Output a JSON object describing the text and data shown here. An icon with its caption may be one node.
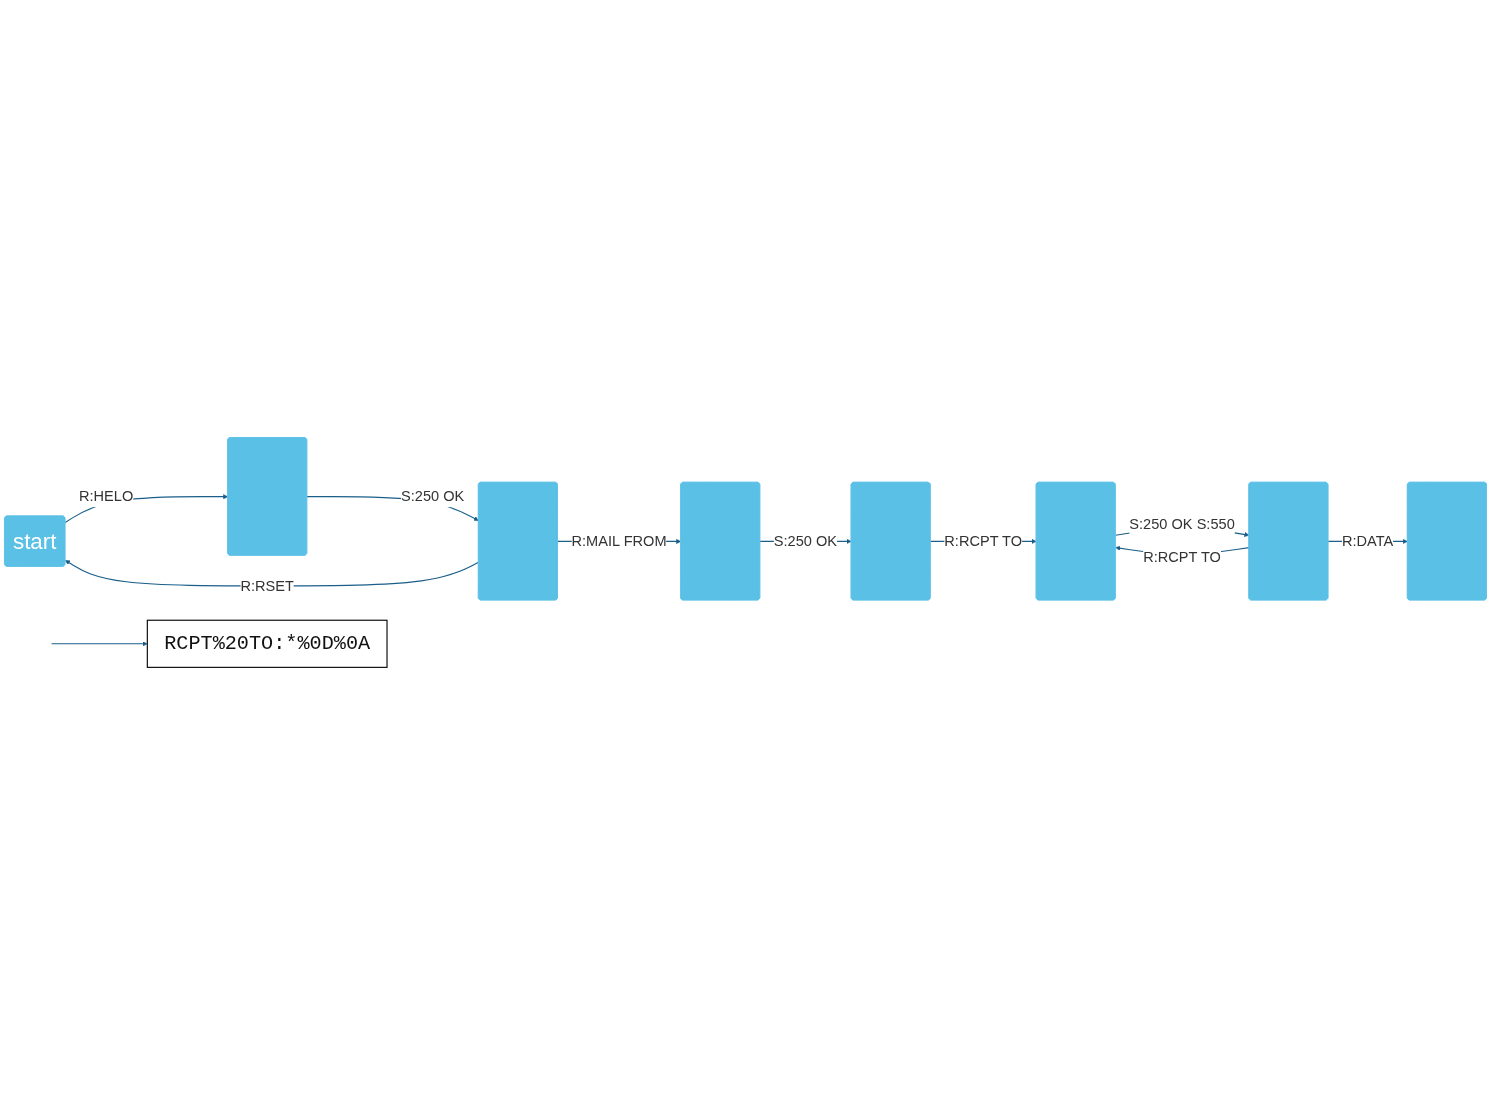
{
  "diagram": {
    "nodes": [
      {
        "text": [
          "start"
        ]
      },
      {
        "text": [],
        "shape": "box"
      },
      {
        "text": [],
        "shape": "box"
      },
      {
        "text": [],
        "shape": "box"
      },
      {
        "text": [],
        "shape": "box"
      },
      {
        "text": [],
        "shape": "box"
      },
      {
        "text": [],
        "shape": "box"
      },
      {
        "text": [],
        "shape": "box"
      },
      {
        "text": [
          "RCPT%20TO:*%0D%0A"
        ]
      }
    ],
    "edges": [
      {
        "from": 0,
        "to": 1,
        "arrow": "to",
        "label": "R:HELO"
      },
      {
        "from": 1,
        "to": 2,
        "arrow": "to",
        "label": "S:250 OK"
      },
      {
        "from": 2,
        "to": 0,
        "arrow": "to",
        "label": "R:RSET"
      },
      {
        "from": 2,
        "to": 3,
        "arrow": "to",
        "label": "R:MAIL FROM"
      },
      {
        "from": 3,
        "to": 4,
        "arrow": "to",
        "label": "S:250 OK"
      },
      {
        "from": 4,
        "to": 5,
        "arrow": "to",
        "label": "R:RCPT TO"
      },
      {
        "from": 6,
        "to": 5,
        "arrow": "to",
        "label": "R:RCPT TO"
      },
      {
        "from": null,
        "to": 8,
        "arrow": "to"
      },
      {
        "from": 5,
        "to": 6,
        "arrow": "to",
        "label": "S:250 OK S:550"
      },
      {
        "from": 6,
        "to": 7,
        "arrow": "to",
        "label": "R:DATA"
      }
    ]
  }
}
